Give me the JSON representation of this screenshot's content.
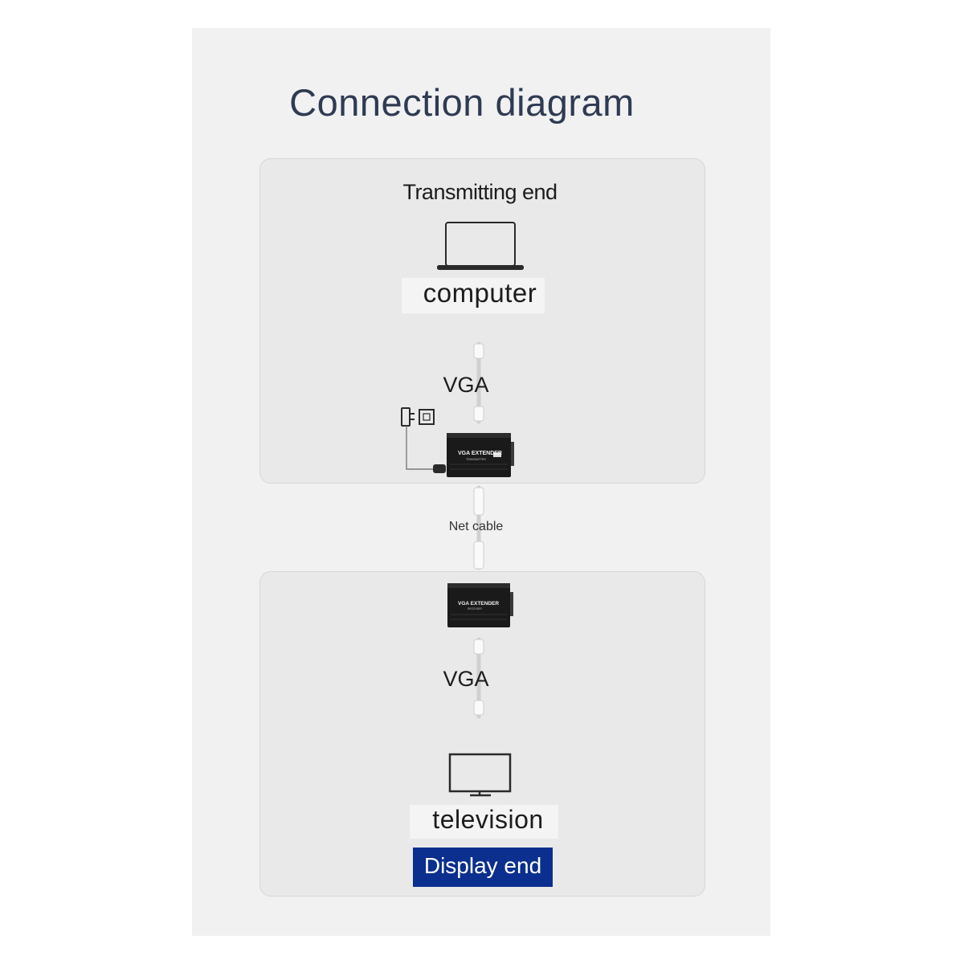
{
  "diagram": {
    "title": "Connection diagram",
    "transmitting": {
      "heading": "Transmitting end",
      "source_label": "computer",
      "cable_label": "VGA",
      "device_label": "VGA EXTENDER",
      "device_sublabel": "TRANSMITTER"
    },
    "link": {
      "label": "Net cable"
    },
    "display": {
      "device_label": "VGA EXTENDER",
      "device_sublabel": "RECEIVER",
      "cable_label": "VGA",
      "sink_label": "television",
      "footer": "Display end"
    },
    "icons": [
      "laptop-icon",
      "power-adapter-icon",
      "wall-socket-icon",
      "vga-cable-icon",
      "net-cable-icon",
      "extender-box-icon",
      "monitor-icon"
    ],
    "colors": {
      "title": "#2e3b52",
      "footer_bg": "#0b2f8f",
      "footer_text": "#ffffff",
      "device": "#1a1a1a"
    }
  }
}
